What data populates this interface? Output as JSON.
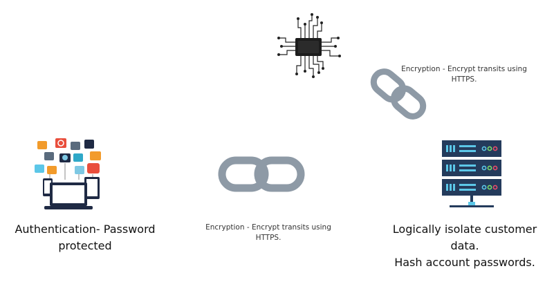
{
  "labels": {
    "encryption_top_line1": "Encryption - Encrypt transits using",
    "encryption_top_line2": "HTTPS.",
    "encryption_mid_line1": "Encryption - Encrypt transits using",
    "encryption_mid_line2": "HTTPS.",
    "auth_line1": "Authentication- Password",
    "auth_line2": "protected",
    "isolate_line1": "Logically isolate customer",
    "isolate_line2": "data.",
    "hash_line": "Hash account passwords."
  },
  "icons": [
    "cpu-chip-icon",
    "chain-link-icon",
    "devices-apps-icon",
    "server-rack-icon"
  ],
  "colors": {
    "chain": "#8e9aa6",
    "chip": "#1c1c1c",
    "server": "#243b5c",
    "server_accent": "#5cc7e8",
    "device": "#1f2a44"
  }
}
